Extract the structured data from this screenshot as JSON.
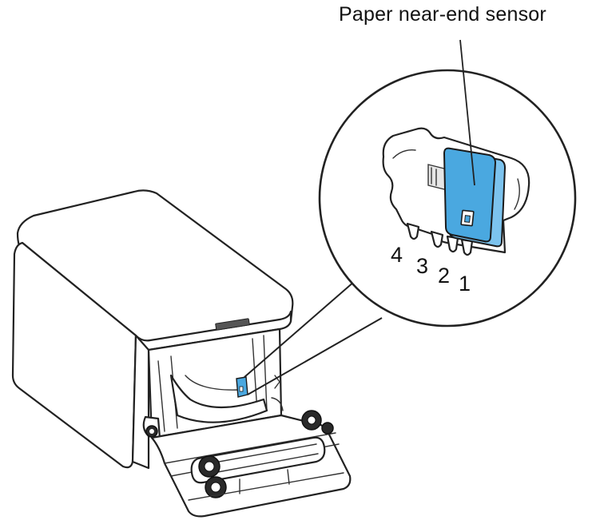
{
  "callout": {
    "label": "Paper near-end sensor"
  },
  "positions": [
    "4",
    "3",
    "2",
    "1"
  ],
  "colors": {
    "sensor_fill": "#4aa8e0",
    "sensor_fill_light": "#7cc3ee",
    "outline": "#222222",
    "background": "#ffffff"
  }
}
